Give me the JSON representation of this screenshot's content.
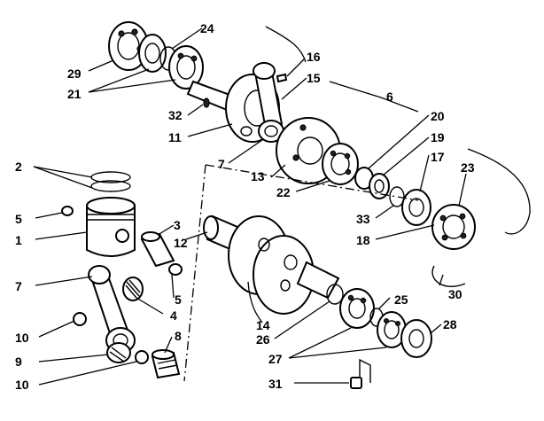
{
  "labels": [
    "1",
    "2",
    "3",
    "4",
    "5",
    "5",
    "6",
    "7",
    "7",
    "8",
    "9",
    "10",
    "10",
    "11",
    "12",
    "13",
    "14",
    "15",
    "16",
    "17",
    "18",
    "19",
    "20",
    "21",
    "22",
    "23",
    "24",
    "25",
    "26",
    "27",
    "28",
    "29",
    "30",
    "31",
    "32",
    "33"
  ]
}
